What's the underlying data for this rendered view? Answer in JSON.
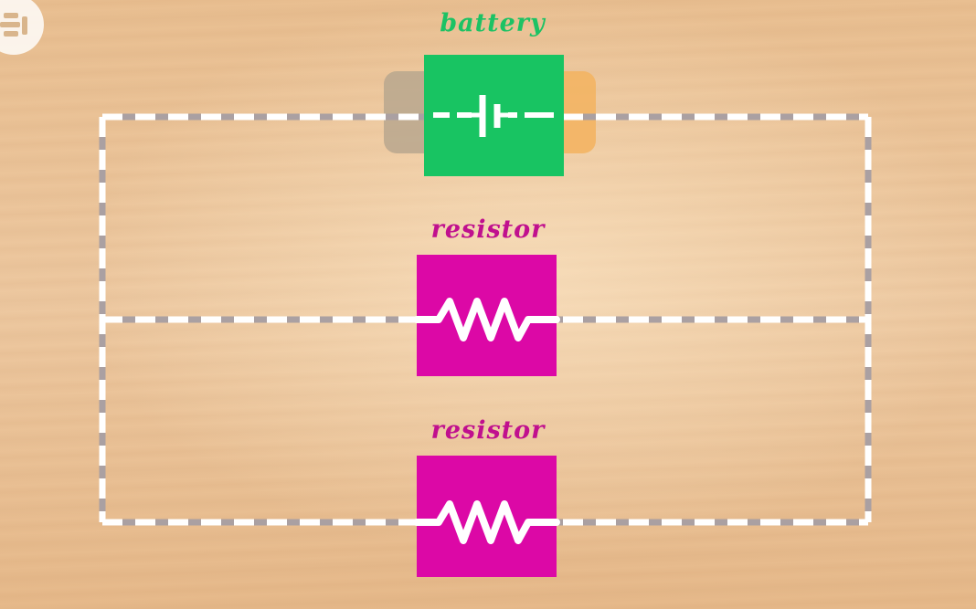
{
  "labels": {
    "battery": "battery",
    "resistor_top": "resistor",
    "resistor_bottom": "resistor"
  },
  "icons": {
    "logo": "channel-logo-icon",
    "battery": "battery-symbol-icon",
    "resistor": "resistor-zigzag-icon"
  },
  "colors": {
    "battery_box": "#18c462",
    "battery_label": "#1cc264",
    "resistor_box": "#dc08a6",
    "resistor_label": "#c0108e",
    "wire_light": "#ffffff",
    "wire_gray": "#aaa0a2",
    "battery_copper": "#f3b463",
    "battery_casing": "#b8a78e"
  }
}
